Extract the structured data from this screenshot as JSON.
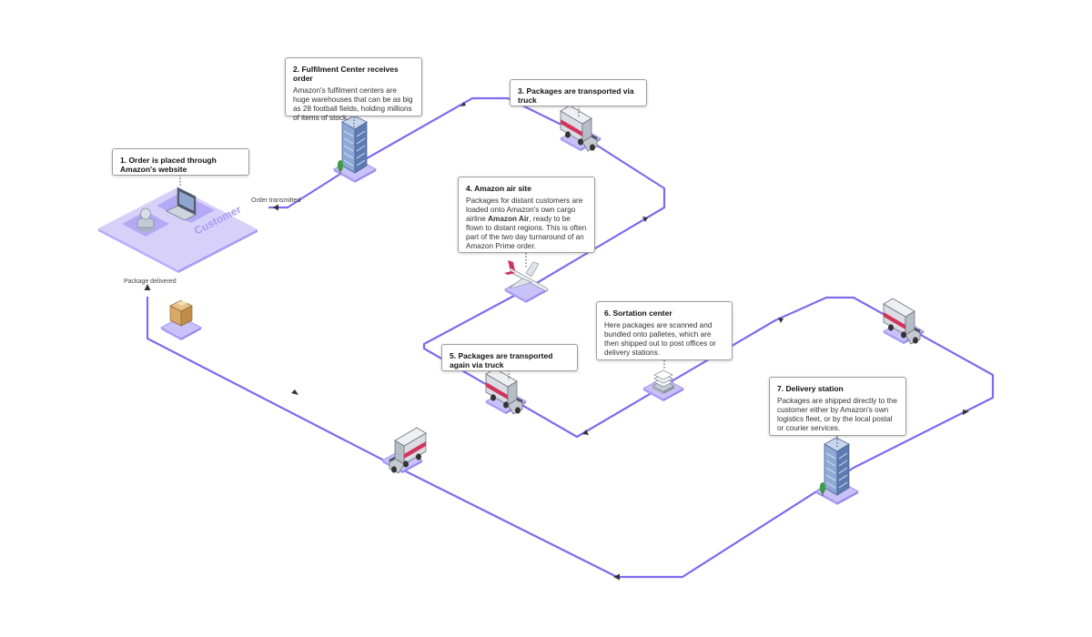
{
  "customer_label": "Customer",
  "flow_labels": {
    "order_transmitted": "Order transmitted",
    "package_delivered": "Package delivered"
  },
  "steps": [
    {
      "title": "1. Order is placed through Amazon's website",
      "body": ""
    },
    {
      "title": "2. Fulfilment Center receives order",
      "body": "Amazon's fulfilment centers are huge warehouses that can be as big as 28 football fields, holding millions of items of stock."
    },
    {
      "title": "3. Packages are transported via truck",
      "body": ""
    },
    {
      "title": "4. Amazon air site",
      "body_before": "Packages for distant customers are loaded onto Amazon's own cargo airline ",
      "body_bold": "Amazon Air",
      "body_after": ", ready to be flown to distant regions.  This is often part of the two day turnaround of an Amazon Prime order."
    },
    {
      "title": "5. Packages are transported again via truck",
      "body": ""
    },
    {
      "title": "6. Sortation center",
      "body": "Here packages are scanned and bundled onto palletes, which are then shipped out to post offices or delivery stations."
    },
    {
      "title": "7. Delivery station",
      "body": "Packages are shipped directly to the customer either by Amazon's own logistics fleet, or by the local postal or courier services."
    }
  ],
  "colors": {
    "flow_line": "#7b6cf0",
    "platform": "#c9c2f8",
    "platform_edge": "#a79cf3",
    "truck_red": "#d0345a",
    "building_blue": "#6f8fc4"
  },
  "icons": [
    "laptop-icon",
    "user-icon",
    "building-icon",
    "truck-icon",
    "airplane-icon",
    "pallet-icon",
    "package-box-icon"
  ]
}
